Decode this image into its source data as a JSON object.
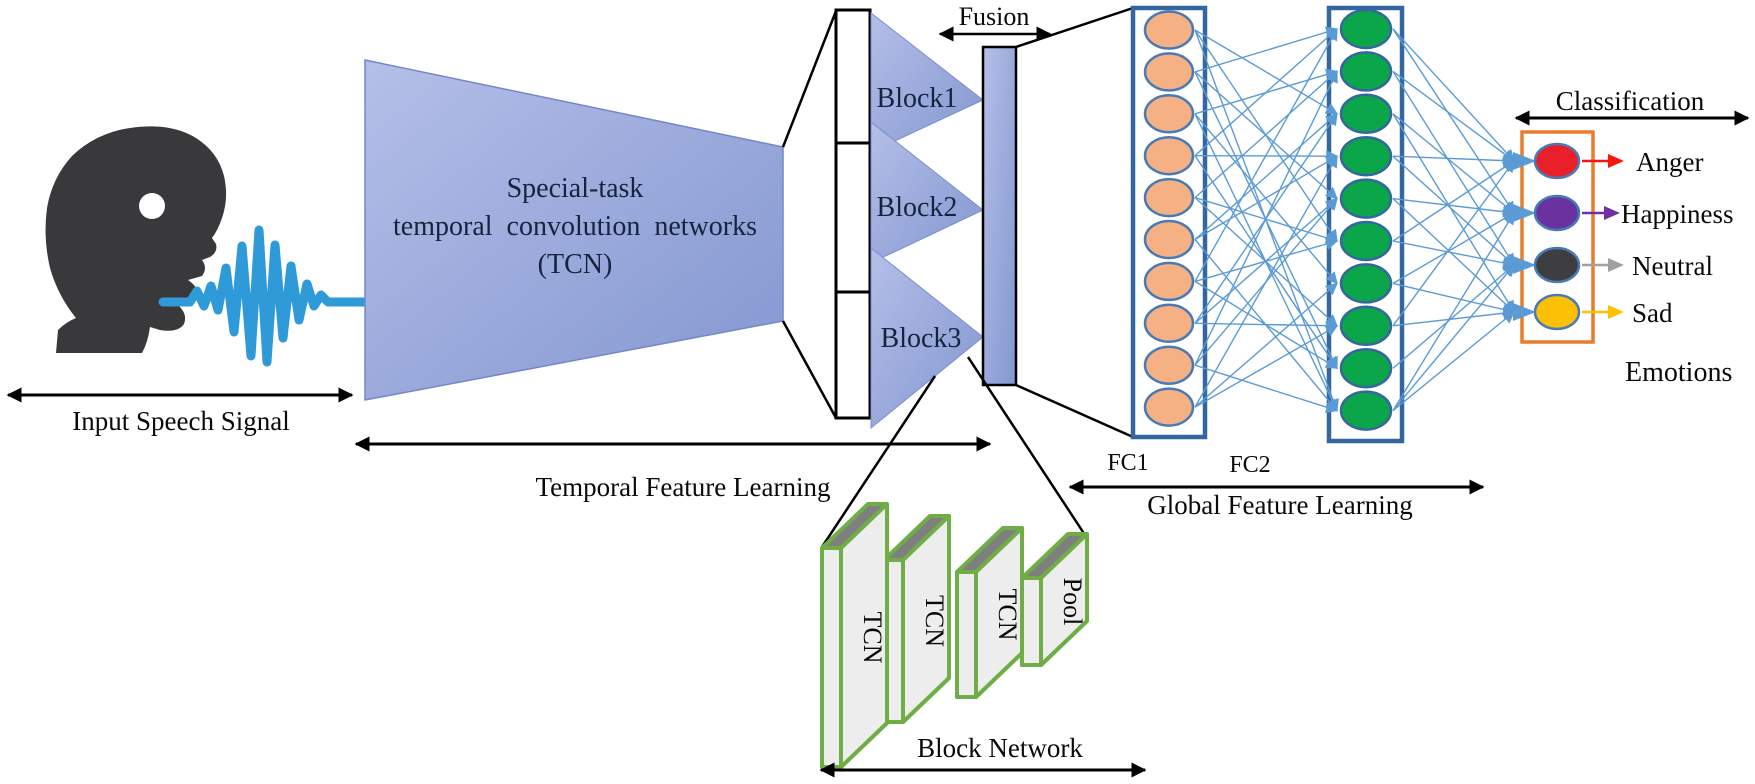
{
  "diagram": {
    "input_label": "Input Speech Signal",
    "tcn_title_line1": "Special-task",
    "tcn_title_line2": "temporal convolution networks",
    "tcn_title_line3": "(TCN)",
    "temporal_label": "Temporal Feature Learning",
    "fusion_label": "Fusion",
    "blocks": [
      {
        "label": "Block1"
      },
      {
        "label": "Block2"
      },
      {
        "label": "Block3"
      }
    ],
    "fc1": {
      "label": "FC1",
      "nodes": 10
    },
    "fc2": {
      "label": "FC2",
      "nodes": 10
    },
    "global_label": "Global Feature Learning",
    "classification_label": "Classification",
    "emotions": [
      {
        "label": "Anger",
        "color": "#e92029",
        "arrow_color": "#fb1511"
      },
      {
        "label": "Happiness",
        "color": "#6a329f",
        "arrow_color": "#7030a0"
      },
      {
        "label": "Neutral",
        "color": "#3e3e40",
        "arrow_color": "#a0a0a0"
      },
      {
        "label": "Sad",
        "color": "#fcc006",
        "arrow_color": "#ffc000"
      }
    ],
    "emotions_caption": "Emotions",
    "block_network": {
      "slabs": [
        {
          "label": "TCN"
        },
        {
          "label": "TCN"
        },
        {
          "label": "TCN"
        },
        {
          "label": "Pool"
        }
      ],
      "caption": "Block Network"
    },
    "colors": {
      "shape_blue_light": "#b5bfe8",
      "shape_blue_dark": "#8296d0",
      "connection": "#5b9bd5",
      "fc_border": "#35679f",
      "node_orange": "#f5b183",
      "node_green": "#0ca64a",
      "emotion_frame": "#e87d2d",
      "slab_green": "#70ad47",
      "wave_blue": "#2e9bd8",
      "emotions_text": "#ee1c25"
    }
  }
}
